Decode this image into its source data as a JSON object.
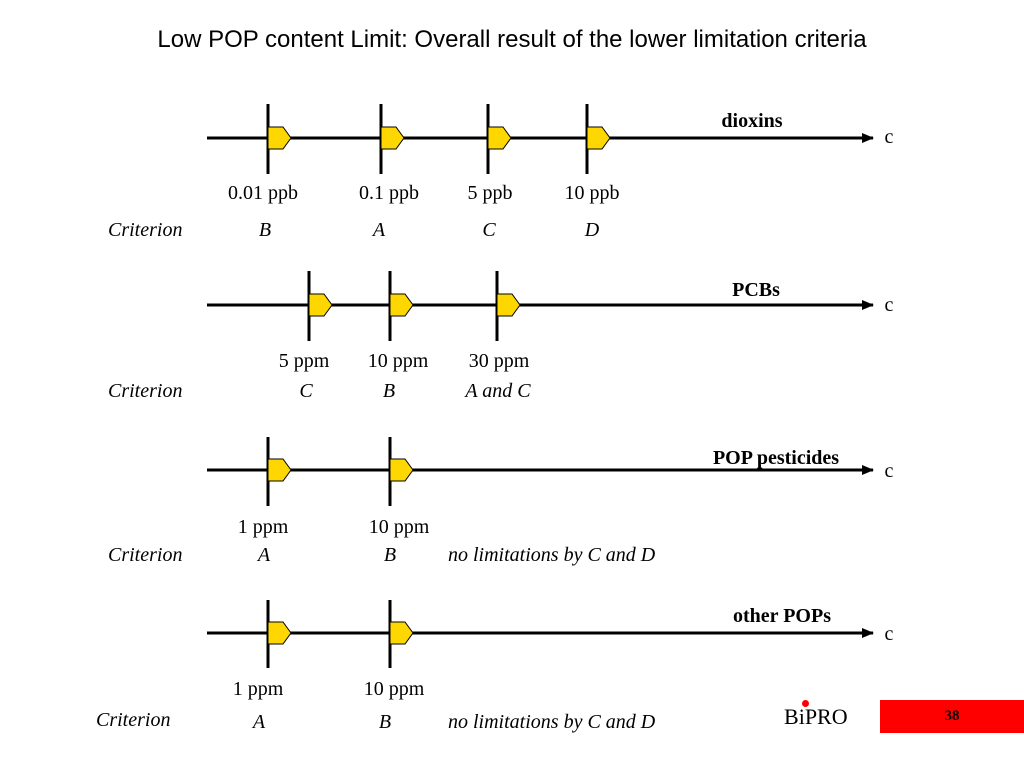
{
  "title": "Low POP content Limit: Overall result of the lower limitation criteria",
  "axis_symbol": "c",
  "criterion_label": "Criterion",
  "marker_color": "#FFD700",
  "accent_color": "#FF0000",
  "logo": {
    "prefix": "B",
    "suffix": "PRO",
    "i_letter": "i"
  },
  "page_number": "38",
  "panels": [
    {
      "name": "dioxins",
      "markers": [
        {
          "value": "0.01 ppb",
          "criterion": "B"
        },
        {
          "value": "0.1 ppb",
          "criterion": "A"
        },
        {
          "value": "5 ppb",
          "criterion": "C"
        },
        {
          "value": "10 ppb",
          "criterion": "D"
        }
      ],
      "note": ""
    },
    {
      "name": "PCBs",
      "markers": [
        {
          "value": "5 ppm",
          "criterion": "C"
        },
        {
          "value": "10 ppm",
          "criterion": "B"
        },
        {
          "value": "30 ppm",
          "criterion": "A and C"
        }
      ],
      "note": ""
    },
    {
      "name": "POP pesticides",
      "markers": [
        {
          "value": "1 ppm",
          "criterion": "A"
        },
        {
          "value": "10 ppm",
          "criterion": "B"
        }
      ],
      "note": "no limitations by C and D"
    },
    {
      "name": "other POPs",
      "markers": [
        {
          "value": "1 ppm",
          "criterion": "A"
        },
        {
          "value": "10 ppm",
          "criterion": "B"
        }
      ],
      "note": "no limitations by C and D"
    }
  ]
}
